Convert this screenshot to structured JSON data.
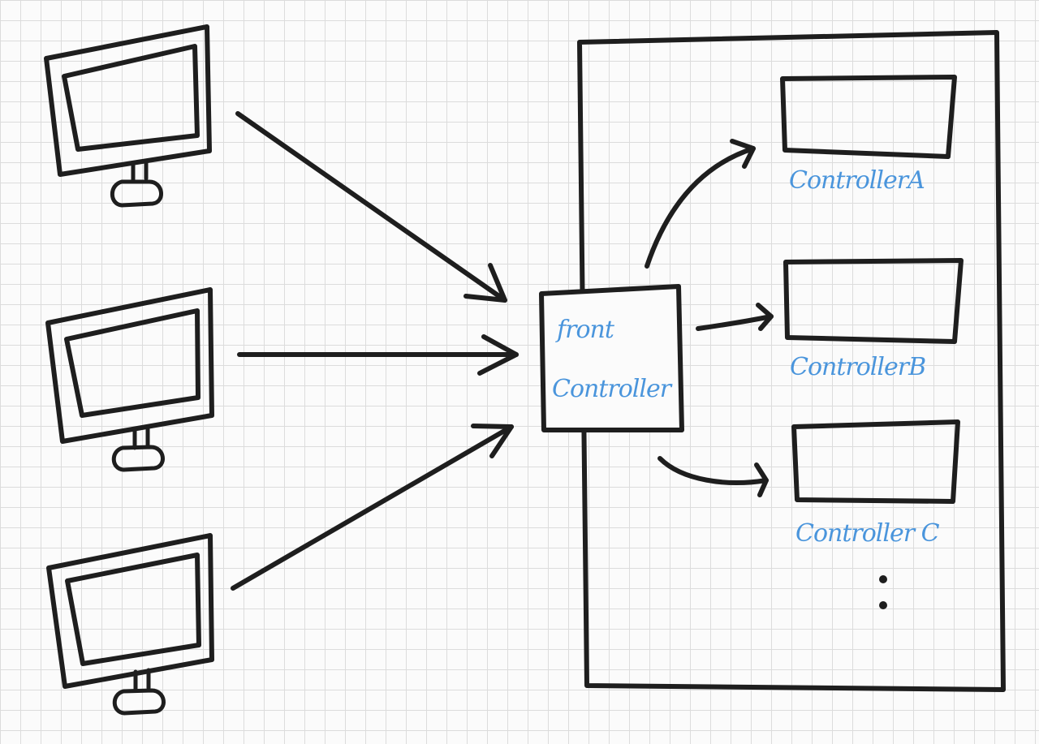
{
  "labels": {
    "front_line1": "front",
    "front_line2": "Controller",
    "controller_a": "ControllerA",
    "controller_b": "ControllerB",
    "controller_c": "Controller C"
  },
  "icons": {
    "client": "monitor-icon"
  },
  "colors": {
    "ink": "#1e1e1e",
    "label": "#4a95dc",
    "grid": "#dcdcdc",
    "background": "#fbfbfb"
  }
}
